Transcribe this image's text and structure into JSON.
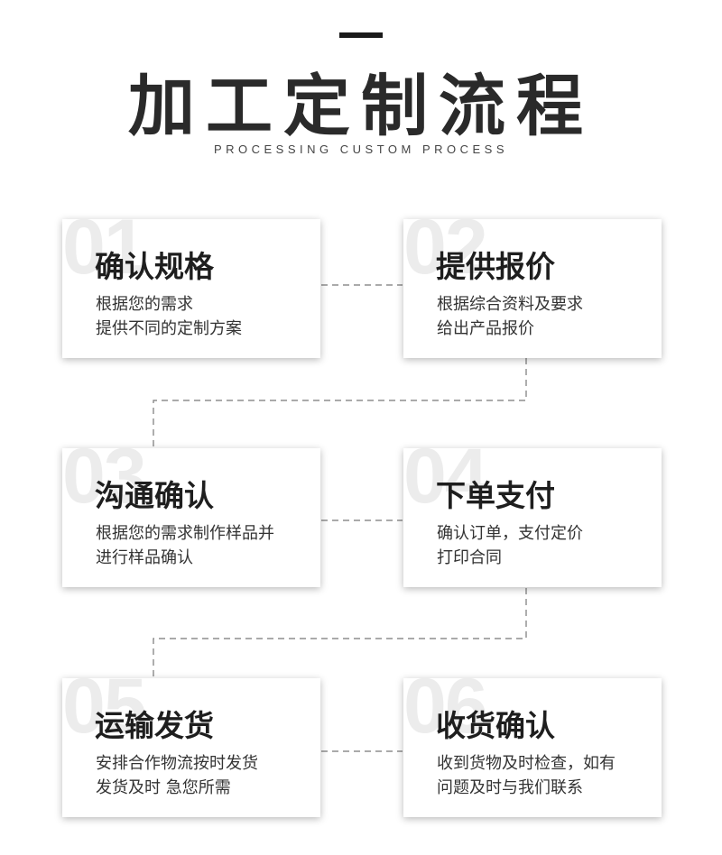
{
  "header": {
    "title": "加工定制流程",
    "subtitle": "PROCESSING CUSTOM PROCESS"
  },
  "steps": [
    {
      "num": "01",
      "heading": "确认规格",
      "line1": "根据您的需求",
      "line2": "提供不同的定制方案"
    },
    {
      "num": "02",
      "heading": "提供报价",
      "line1": "根据综合资料及要求",
      "line2": "给出产品报价"
    },
    {
      "num": "03",
      "heading": "沟通确认",
      "line1": "根据您的需求制作样品并",
      "line2": "进行样品确认"
    },
    {
      "num": "04",
      "heading": "下单支付",
      "line1": "确认订单，支付定价",
      "line2": "打印合同"
    },
    {
      "num": "05",
      "heading": "运输发货",
      "line1": "安排合作物流按时发货",
      "line2": "发货及时 急您所需"
    },
    {
      "num": "06",
      "heading": "收货确认",
      "line1": "收到货物及时检查，如有",
      "line2": "问题及时与我们联系"
    }
  ],
  "colors": {
    "card_shadow": "#999999",
    "number_watermark": "#ececec",
    "connector": "#777777"
  }
}
